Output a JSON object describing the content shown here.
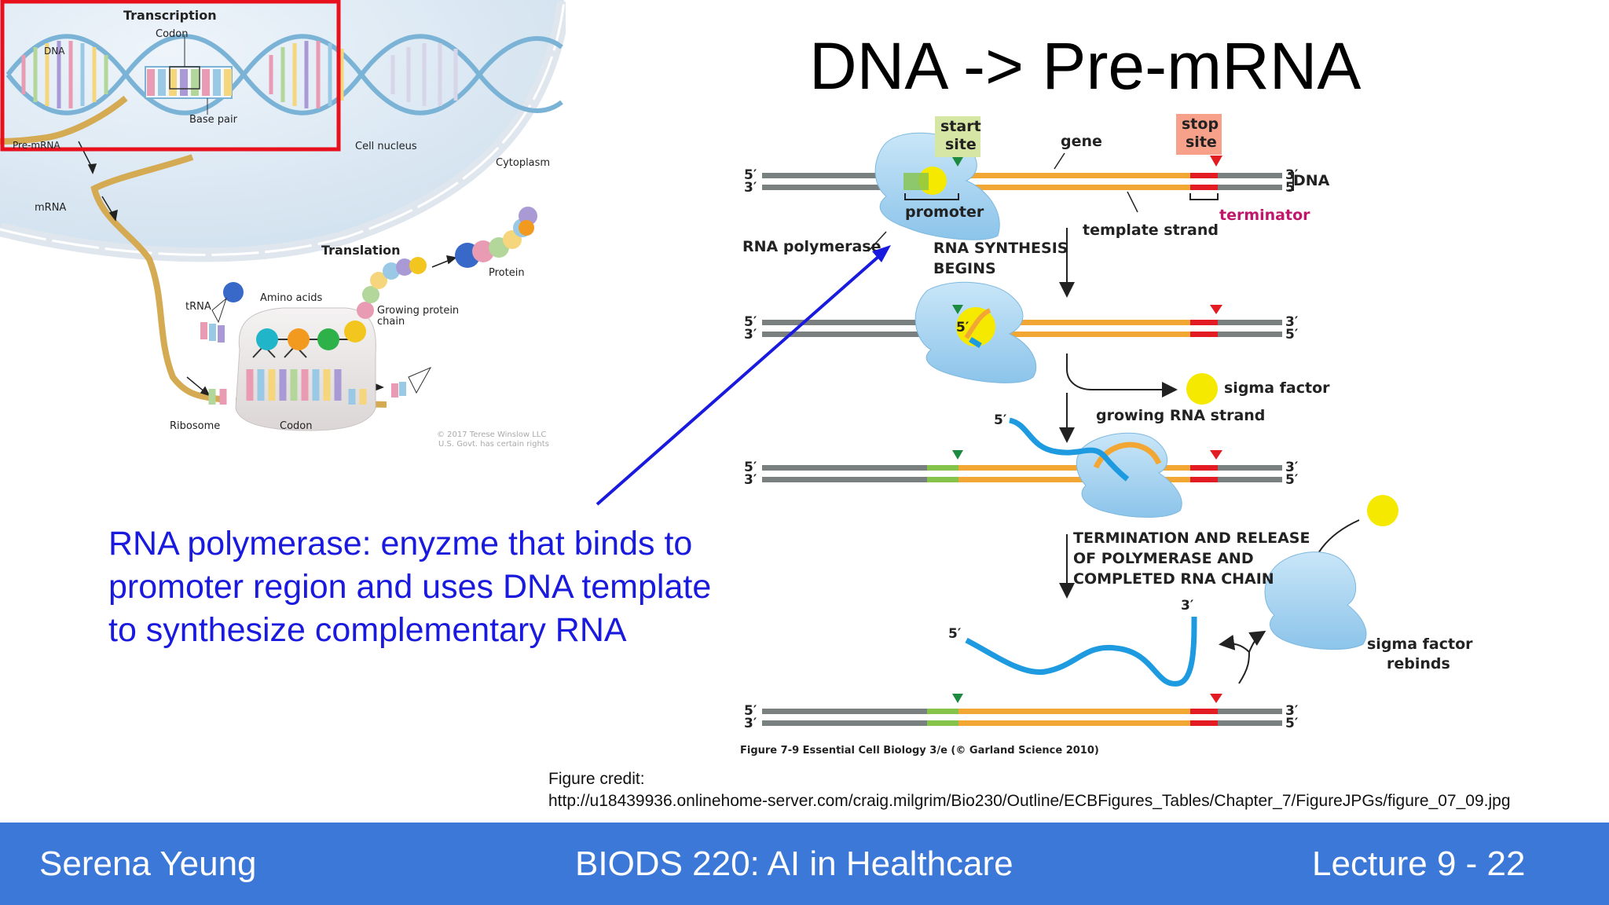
{
  "slide": {
    "title": "DNA -> Pre-mRNA",
    "annotation": "RNA polymerase: enyzme that binds to promoter region and uses DNA template to synthesize complementary RNA",
    "credit_label": "Figure credit:",
    "credit_url": "http://u18439936.onlinehome-server.com/craig.milgrim/Bio230/Outline/ECBFigures_Tables/Chapter_7/FigureJPGs/figure_07_09.jpg"
  },
  "footer": {
    "author": "Serena Yeung",
    "course": "BIODS 220: AI in Healthcare",
    "lecture": "Lecture 9 - 22"
  },
  "left_figure": {
    "transcription": "Transcription",
    "codon_top": "Codon",
    "dna": "DNA",
    "base_pair": "Base pair",
    "pre_mrna": "Pre-mRNA",
    "cell_nucleus": "Cell nucleus",
    "cytoplasm": "Cytoplasm",
    "mrna": "mRNA",
    "translation": "Translation",
    "protein": "Protein",
    "trna": "tRNA",
    "amino_acids": "Amino acids",
    "growing_protein": "Growing protein",
    "chain": "chain",
    "ribosome": "Ribosome",
    "codon_bottom": "Codon",
    "copyright1": "© 2017 Terese Winslow LLC",
    "copyright2": "U.S. Govt. has certain rights"
  },
  "right_figure": {
    "start": "start",
    "site": "site",
    "gene": "gene",
    "stop": "stop",
    "stop_site": "site",
    "five_prime": "5′",
    "three_prime": "3′",
    "dna": "DNA",
    "promoter": "promoter",
    "template_strand": "template strand",
    "terminator": "terminator",
    "rna_polymerase": "RNA polymerase",
    "rna_synthesis": "RNA SYNTHESIS",
    "begins": "BEGINS",
    "sigma_factor": "sigma factor",
    "growing_rna": "growing RNA strand",
    "term1": "TERMINATION AND RELEASE",
    "term2": "OF POLYMERASE AND",
    "term3": "COMPLETED RNA CHAIN",
    "sigma_rebinds1": "sigma factor",
    "sigma_rebinds2": "rebinds",
    "caption": "Figure 7-9  Essential Cell Biology 3/e (© Garland Science 2010)"
  },
  "colors": {
    "footer": "#3c78d8",
    "annotation": "#1a1adf",
    "highlight_box": "#e8101c",
    "dna_gray": "#7a7f7f",
    "gene_orange": "#f2a735",
    "promoter_green": "#86c34a",
    "terminator_red": "#e31b23",
    "polymerase_blue": "#a9d6f2",
    "rna_blue": "#1e9be0",
    "sigma_yellow": "#f5e900"
  }
}
